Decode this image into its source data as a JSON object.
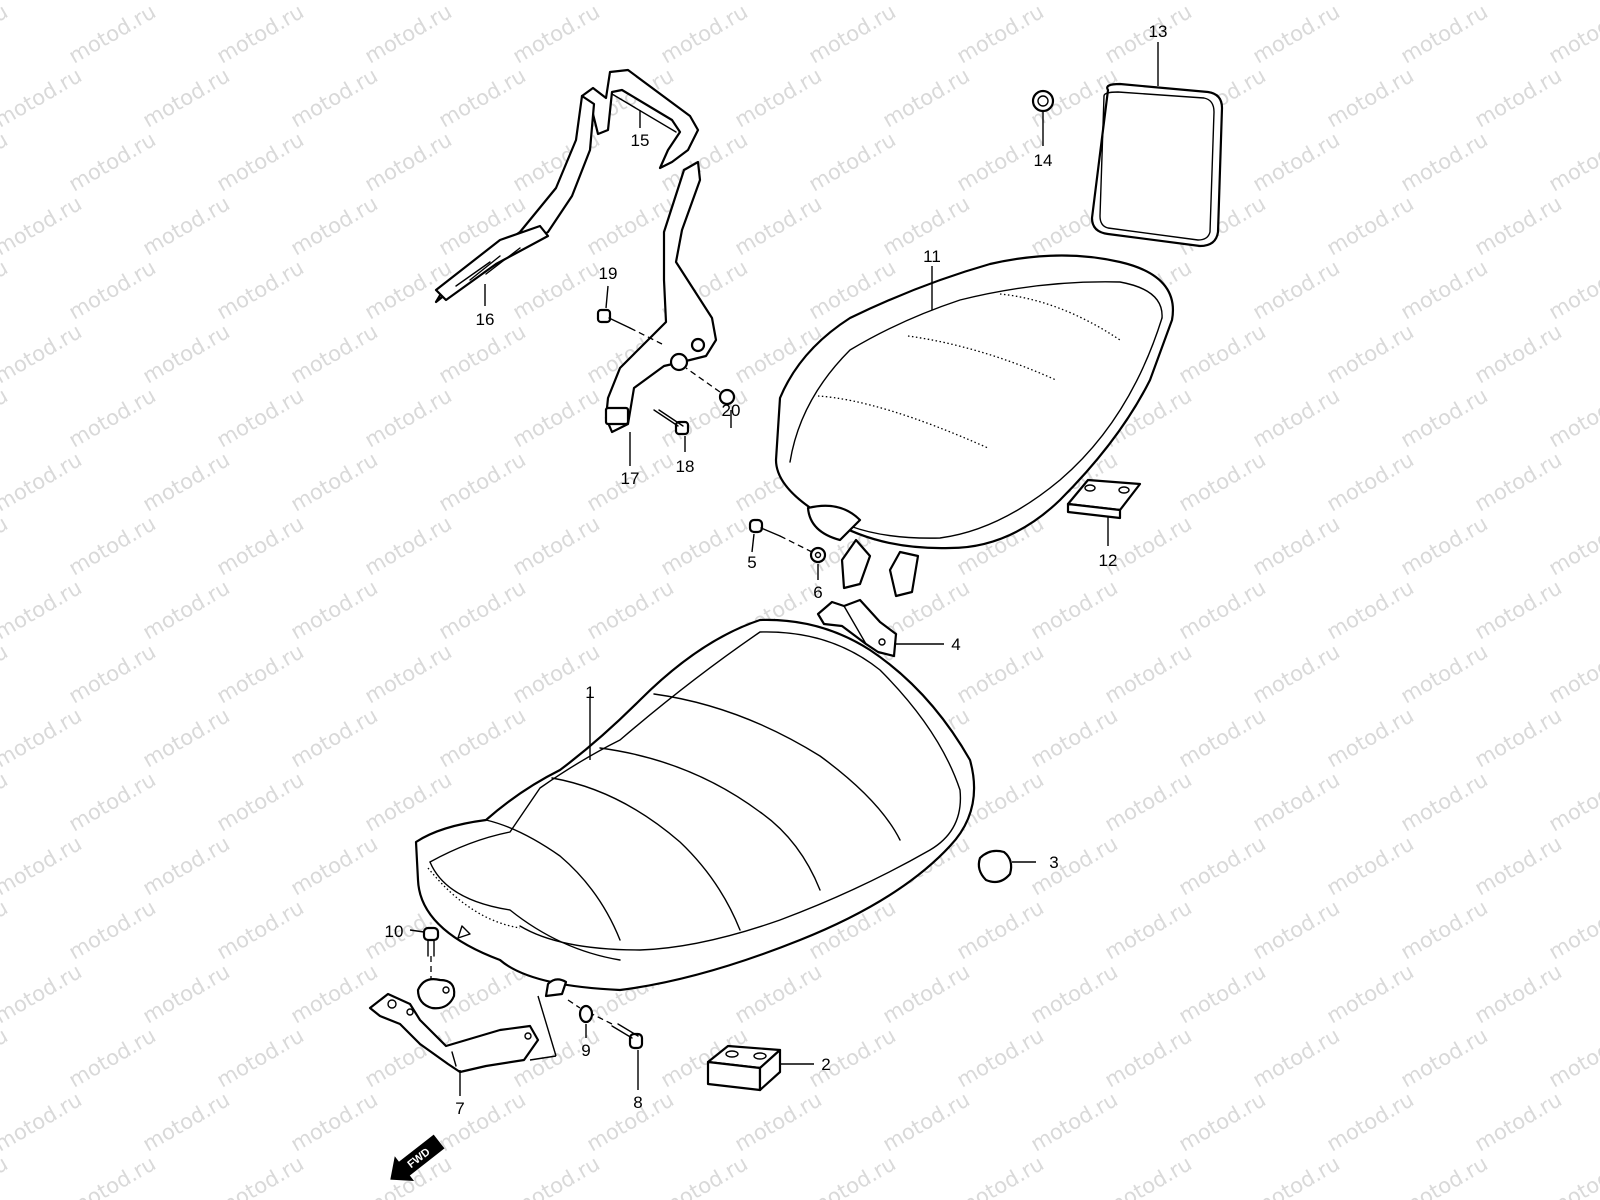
{
  "watermark": "motod.ru",
  "fwd_label": "FWD",
  "callouts": {
    "c1": "1",
    "c2": "2",
    "c3": "3",
    "c4": "4",
    "c5": "5",
    "c6": "6",
    "c7": "7",
    "c8": "8",
    "c9": "9",
    "c10": "10",
    "c11": "11",
    "c12": "12",
    "c13": "13",
    "c14": "14",
    "c15": "15",
    "c16": "16",
    "c17": "17",
    "c18": "18",
    "c19": "19",
    "c20": "20"
  }
}
